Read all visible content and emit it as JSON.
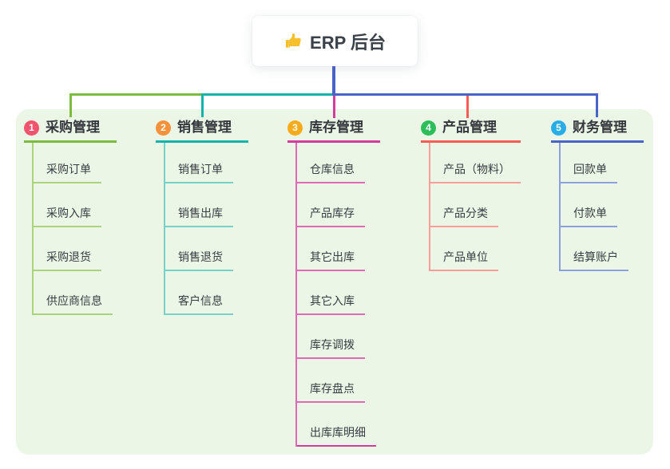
{
  "root": {
    "title": "ERP 后台",
    "icon": "thumbs-up-icon"
  },
  "colors": {
    "panel_background": "#ecf6e6",
    "root_connector_blue": "#4a63c9",
    "branch_line_colors": [
      "#7cbb40",
      "#14b3a9",
      "#d13c9e",
      "#f75d55",
      "#4a63c9"
    ],
    "branch_badge_colors": [
      "#f4536e",
      "#f7913c",
      "#f9ac19",
      "#2ebd5b",
      "#29ade8"
    ]
  },
  "branches": [
    {
      "index": "1",
      "label": "采购管理",
      "children": [
        "采购订单",
        "采购入库",
        "采购退货",
        "供应商信息"
      ]
    },
    {
      "index": "2",
      "label": "销售管理",
      "children": [
        "销售订单",
        "销售出库",
        "销售退货",
        "客户信息"
      ]
    },
    {
      "index": "3",
      "label": "库存管理",
      "children": [
        "仓库信息",
        "产品库存",
        "其它出库",
        "其它入库",
        "库存调拨",
        "库存盘点",
        "出库库明细"
      ]
    },
    {
      "index": "4",
      "label": "产品管理",
      "children": [
        "产品（物料）",
        "产品分类",
        "产品单位"
      ]
    },
    {
      "index": "5",
      "label": "财务管理",
      "children": [
        "回款单",
        "付款单",
        "结算账户"
      ]
    }
  ]
}
